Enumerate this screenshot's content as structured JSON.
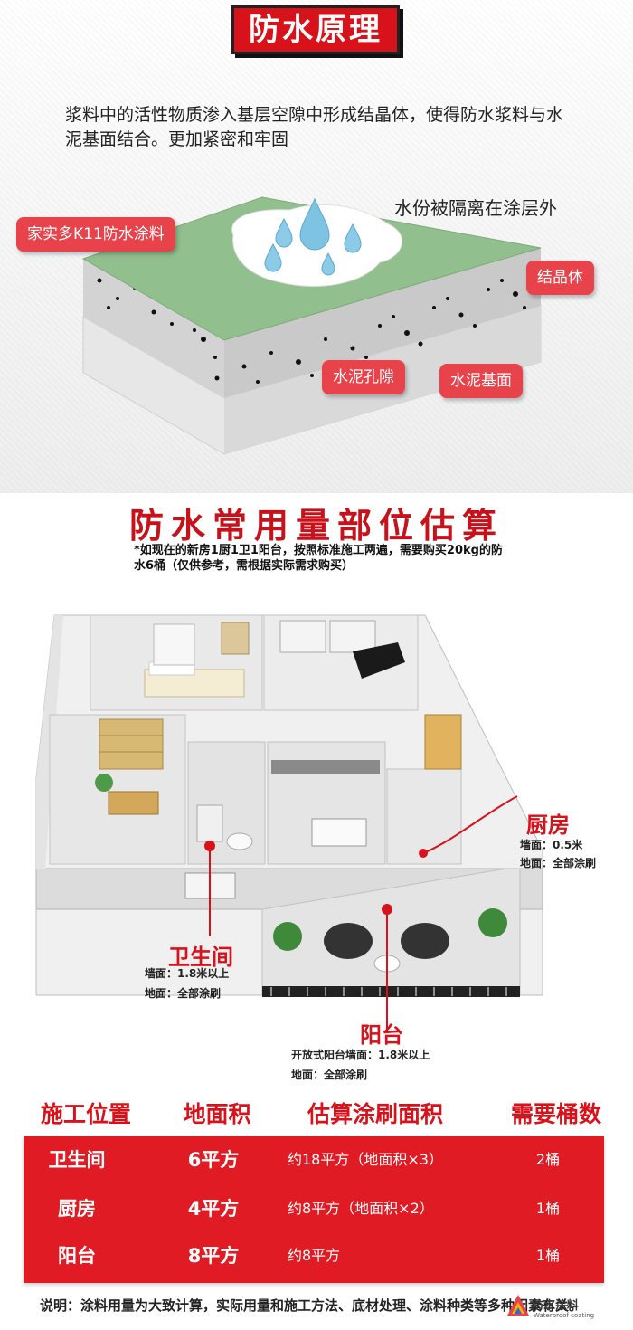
{
  "section1": {
    "title": "防水原理",
    "intro": "浆料中的活性物质渗入基层空隙中形成结晶体，使得防水浆料与水泥基面结合。更加紧密和牢固",
    "isolate_text": "水份被隔离在涂层外",
    "labels": {
      "coating": "家实多K11防水涂料",
      "crystal": "结晶体",
      "pores": "水泥孔隙",
      "base": "水泥基面"
    },
    "colors": {
      "accent": "#d8121b",
      "tag": "#e8424a",
      "coating_green": "#92bf8e"
    }
  },
  "section2": {
    "title": "防水常用量部位估算",
    "note": "*如现在的新房1厨1卫1阳台，按照标准施工两遍，需要购买20kg的防水6桶（仅供参考，需根据实际需求购买）",
    "rooms": {
      "kitchen": {
        "name": "厨房",
        "wall": "墙面：0.5米",
        "floor": "地面：全部涂刷"
      },
      "bathroom": {
        "name": "卫生间",
        "wall": "墙面：1.8米以上",
        "floor": "地面：全部涂刷"
      },
      "balcony": {
        "name": "阳台",
        "wall": "开放式阳台墙面：1.8米以上",
        "floor": "地面：全部涂刷"
      }
    }
  },
  "table": {
    "headers": [
      "施工位置",
      "地面积",
      "估算涂刷面积",
      "需要桶数"
    ],
    "rows": [
      {
        "location": "卫生间",
        "floor_area": "6平方",
        "paint_area": "约18平方（地面积×3）",
        "buckets": "2桶"
      },
      {
        "location": "厨房",
        "floor_area": "4平方",
        "paint_area": "约8平方（地面积×2）",
        "buckets": "1桶"
      },
      {
        "location": "阳台",
        "floor_area": "8平方",
        "paint_area": "约8平方",
        "buckets": "1桶"
      }
    ]
  },
  "footnote": "说明：涂料用量为大致计算，实际用量和施工方法、底材处理、涂料种类等多种因素有关。",
  "watermark": {
    "text": "防水涂料",
    "sub": "Waterproof coating"
  }
}
